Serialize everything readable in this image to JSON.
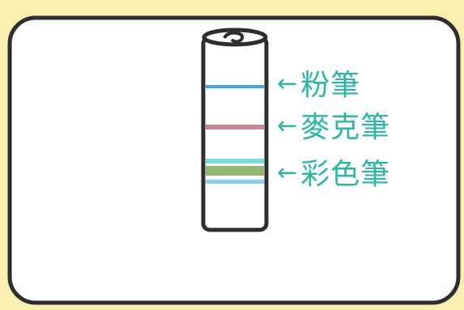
{
  "colors": {
    "background": "#f7eeb0",
    "paper": "#ffffff",
    "outline": "#2e2e2e",
    "annotation": "#2bb6a6"
  },
  "stripes": [
    {
      "name": "blue-stripe",
      "color": "#42a7e0"
    },
    {
      "name": "pink-stripe",
      "color": "#c28a90"
    },
    {
      "name": "aqua-stripe",
      "color": "#7fdcd4"
    },
    {
      "name": "green-stripe",
      "color": "#93b773"
    },
    {
      "name": "light-blue-stripe",
      "color": "#8ad0ee"
    }
  ],
  "labels": [
    {
      "arrow": "←",
      "text": "粉筆"
    },
    {
      "arrow": "←",
      "text": "麥克筆"
    },
    {
      "arrow": "←",
      "text": "彩色筆"
    }
  ]
}
